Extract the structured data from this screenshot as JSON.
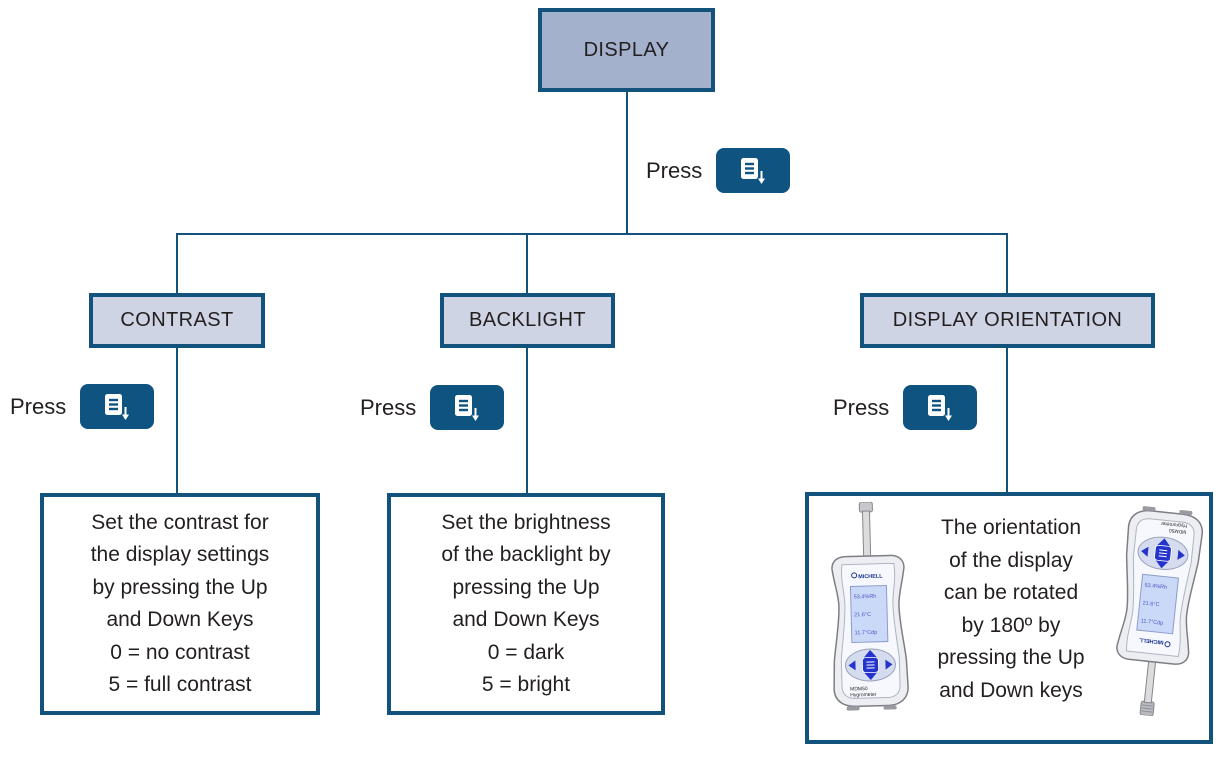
{
  "figure": {
    "press_label": "Press",
    "root": {
      "label": "DISPLAY"
    },
    "branches": [
      {
        "label": "CONTRAST",
        "description_lines": [
          "Set the contrast for",
          "the display settings",
          "by pressing the Up",
          "and Down Keys",
          "0 = no contrast",
          "5 = full contrast"
        ]
      },
      {
        "label": "BACKLIGHT",
        "description_lines": [
          "Set the brightness",
          "of the backlight by",
          "pressing the Up",
          "and Down Keys",
          "0 = dark",
          "5 = bright"
        ]
      },
      {
        "label": "DISPLAY ORIENTATION",
        "description_lines": [
          "The orientation",
          "of the display",
          "can be rotated",
          "by 180º by",
          "pressing the Up",
          "and Down keys"
        ]
      }
    ],
    "device": {
      "brand": "MICHELL",
      "model_lines": [
        "MDM50",
        "Hygrometer"
      ],
      "screen_lines": [
        "53.4%Rh",
        "21.6°C",
        "11.7°Cdp"
      ]
    },
    "colors": {
      "accent_dark_blue": "#14527E",
      "key_button_blue": "#0F5380",
      "root_box_fill": "#A4B1CC",
      "branch_box_fill": "#CED4E4",
      "text": "#231F20",
      "device_keypad_blue": "#2433CC",
      "lcd_fill": "#CBD9F8"
    }
  }
}
